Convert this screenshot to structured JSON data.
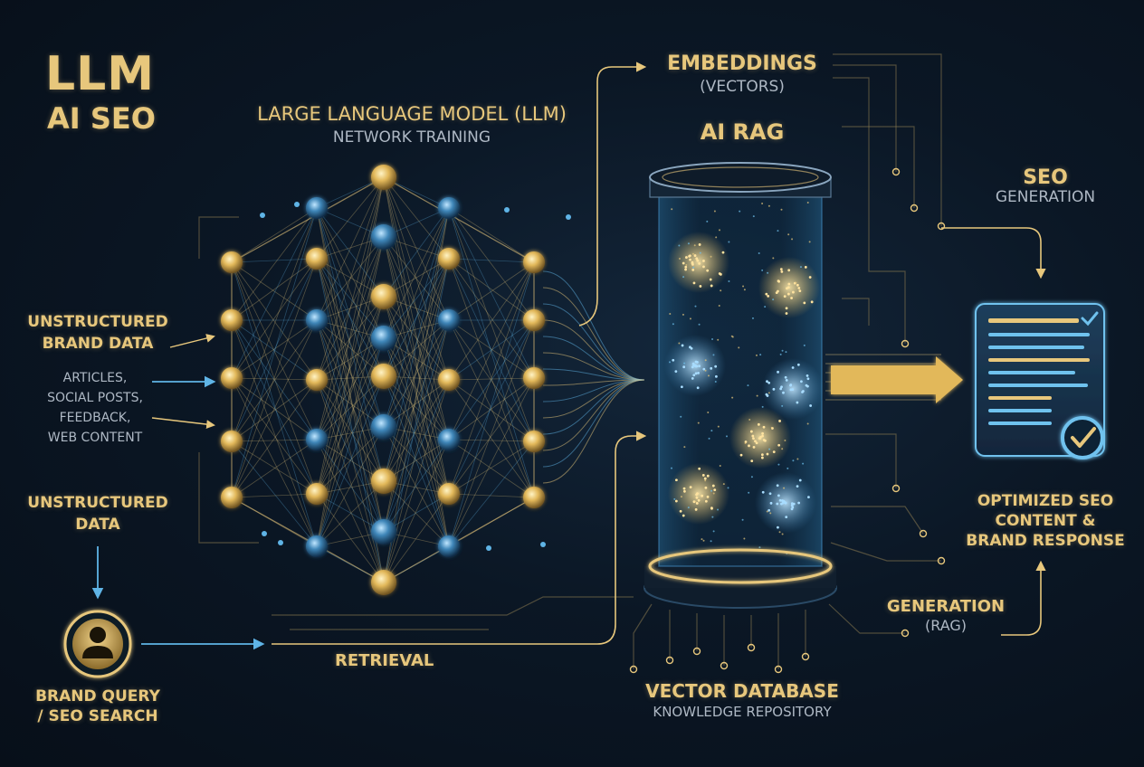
{
  "logo": {
    "line1": "LLM",
    "line2": "AI SEO"
  },
  "llm": {
    "title": "LARGE LANGUAGE MODEL (LLM)",
    "subtitle": "NETWORK TRAINING"
  },
  "embeddings": {
    "title": "EMBEDDINGS",
    "subtitle": "(VECTORS)"
  },
  "rag": {
    "title": "AI RAG"
  },
  "seo": {
    "title": "SEO",
    "subtitle": "GENERATION"
  },
  "inputs": {
    "brand_data": [
      "UNSTRUCTURED",
      "BRAND DATA"
    ],
    "sources": [
      "ARTICLES,",
      "SOCIAL POSTS,",
      "FEEDBACK,",
      "WEB CONTENT"
    ],
    "data": [
      "UNSTRUCTURED",
      "DATA"
    ]
  },
  "query": [
    "BRAND QUERY",
    "/ SEO SEARCH"
  ],
  "retrieval": {
    "label": "RETRIEVAL"
  },
  "generation": {
    "title": "GENERATION",
    "subtitle": "(RAG)"
  },
  "output": [
    "OPTIMIZED SEO",
    "CONTENT &",
    "BRAND RESPONSE"
  ],
  "vector_db": {
    "title": "VECTOR DATABASE",
    "subtitle": "KNOWLEDGE REPOSITORY"
  },
  "colors": {
    "gold": "#e7c77c",
    "blue": "#5fb4e6",
    "background": "#0b1522"
  }
}
